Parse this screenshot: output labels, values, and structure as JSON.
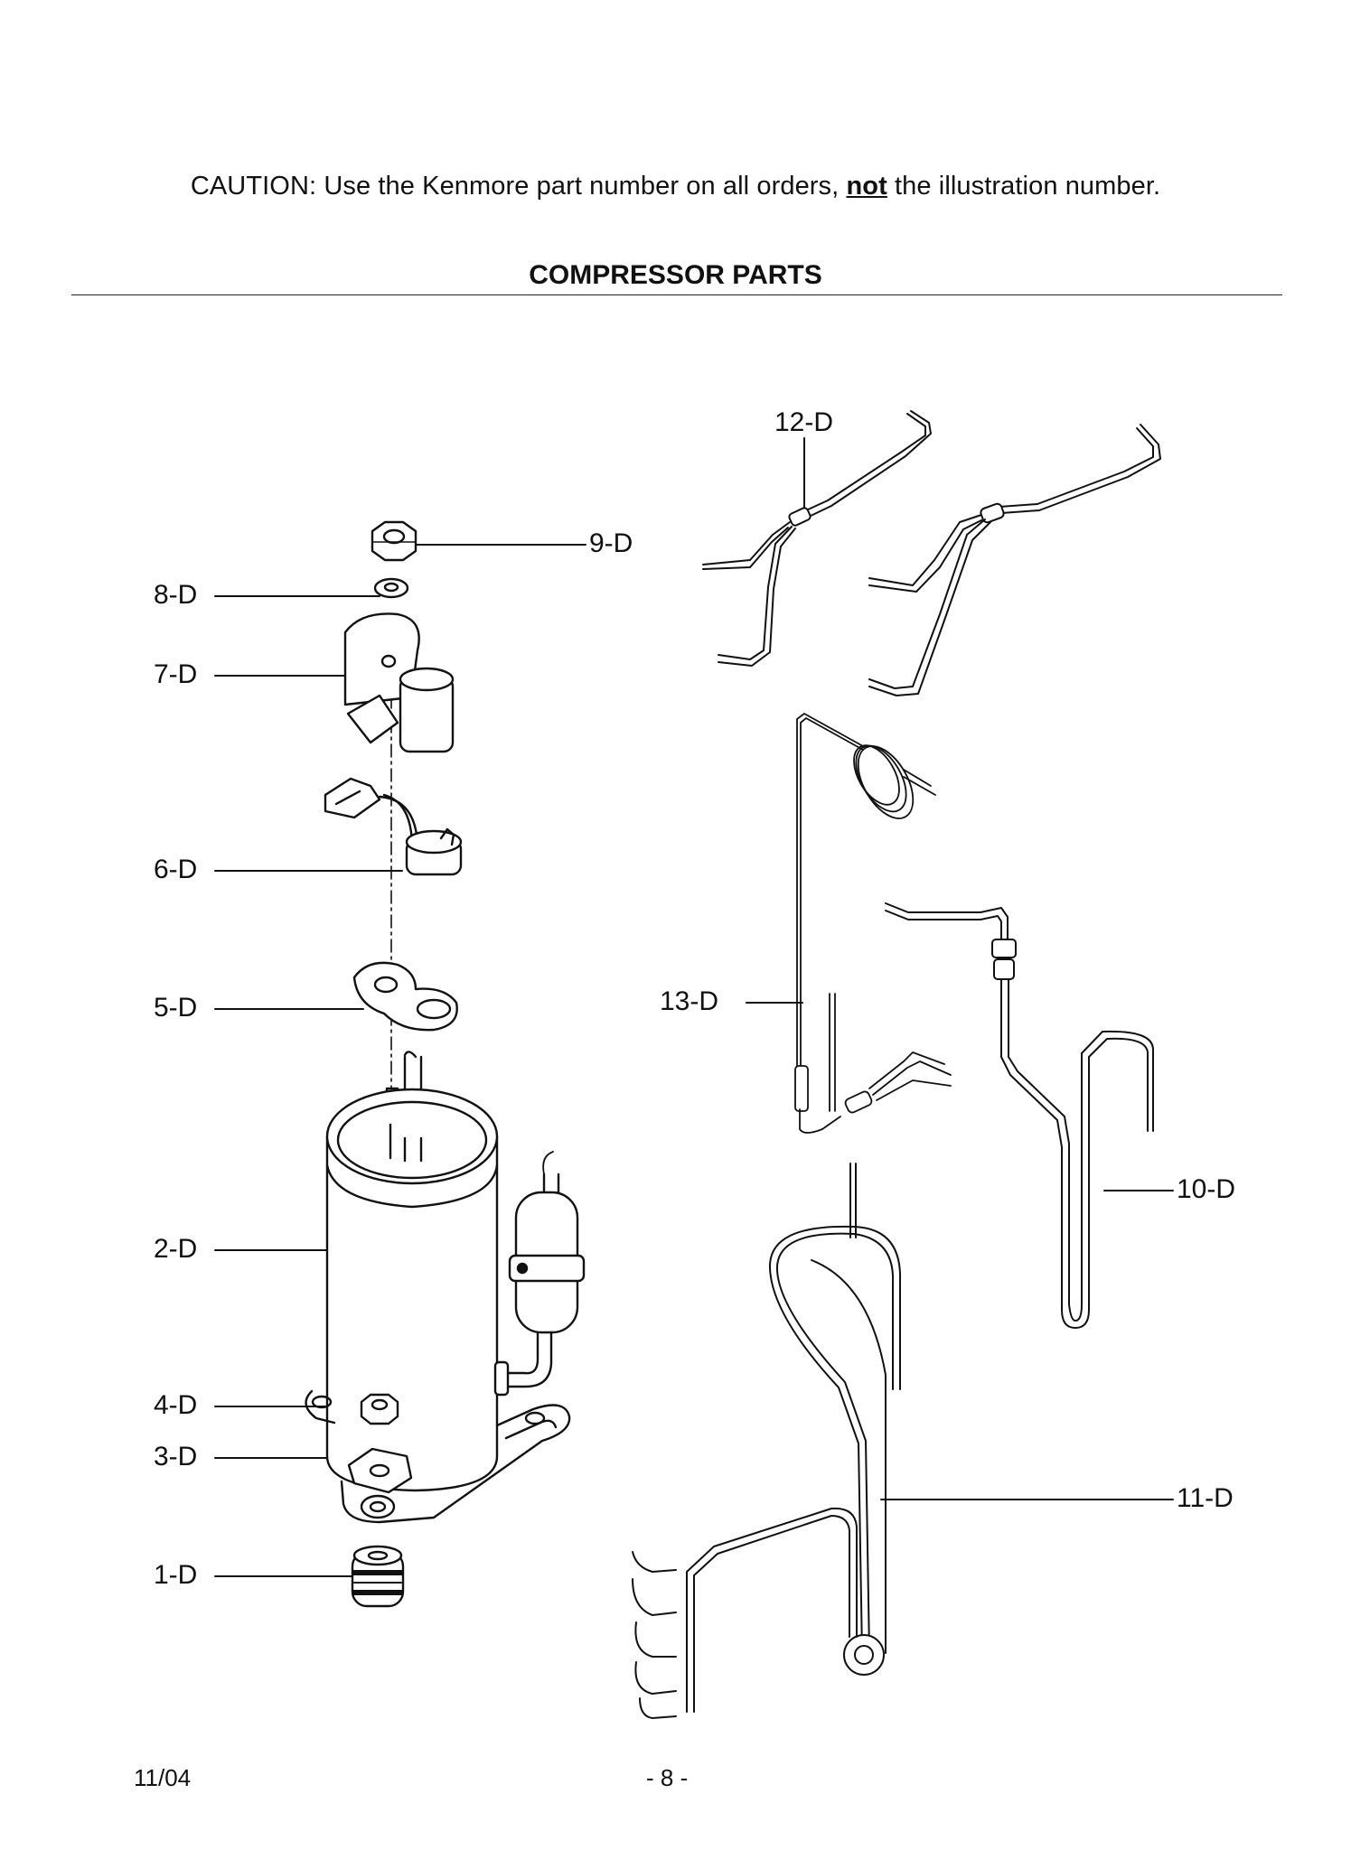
{
  "header": {
    "caution_before": "CAUTION: Use the Kenmore part number on all orders, ",
    "caution_emphasis": "not",
    "caution_after": " the illustration number."
  },
  "section_title": "COMPRESSOR PARTS",
  "callouts": {
    "c1": "1-D",
    "c2": "2-D",
    "c3": "3-D",
    "c4": "4-D",
    "c5": "5-D",
    "c6": "6-D",
    "c7": "7-D",
    "c8": "8-D",
    "c9": "9-D",
    "c10": "10-D",
    "c11": "11-D",
    "c12": "12-D",
    "c13": "13-D"
  },
  "footer": {
    "date": "11/04",
    "page": "- 8 -"
  },
  "colors": {
    "ink": "#111111",
    "paper": "#ffffff",
    "shading": "#c8c8c8"
  }
}
